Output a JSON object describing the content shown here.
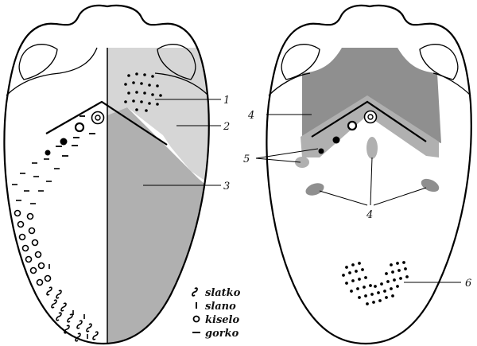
{
  "left_tongue": {
    "labels": [
      "1",
      "2",
      "3"
    ]
  },
  "right_tongue": {
    "labels": [
      "4",
      "5",
      "4",
      "6"
    ]
  },
  "legend": {
    "items": [
      {
        "symbol": "s-glyph-icon",
        "label": "slatko"
      },
      {
        "symbol": "dash-icon",
        "label": "slano"
      },
      {
        "symbol": "ring-icon",
        "label": "kiselo"
      },
      {
        "symbol": "bar-icon",
        "label": "gorko"
      }
    ]
  },
  "colors": {
    "light_gray": "#d6d6d6",
    "mid_gray": "#b0b0b0",
    "dark_gray": "#8f8f8f",
    "ink": "#000000"
  }
}
